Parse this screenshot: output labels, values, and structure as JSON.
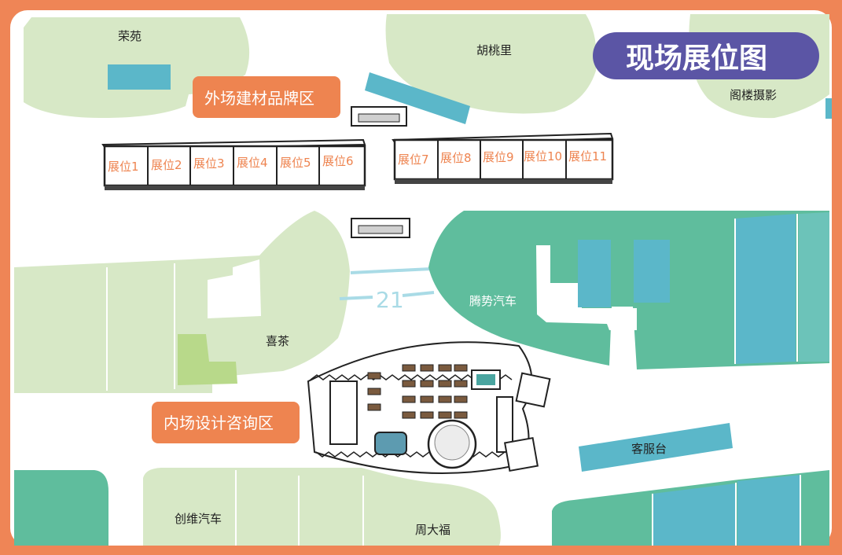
{
  "map": {
    "title": "现场展位图",
    "zones": {
      "outdoor": "外场建材品牌区",
      "indoor": "内场设计咨询区"
    },
    "places": {
      "rongyuan": "荣苑",
      "hutaoli": "胡桃里",
      "gelou": "阁楼摄影",
      "tengshi": "腾势汽车",
      "xicha": "喜茶",
      "kefutai": "客服台",
      "chuangwei": "创维汽车",
      "zhoudafu": "周大福"
    },
    "road_marking": "21",
    "booths_left": [
      "展位1",
      "展位2",
      "展位3",
      "展位4",
      "展位5",
      "展位6"
    ],
    "booths_right": [
      "展位7",
      "展位8",
      "展位9",
      "展位10",
      "展位11"
    ],
    "colors": {
      "frame": "#ef8556",
      "background": "#ffffff",
      "park_light": "#d7e8c6",
      "park_dark": "#5fbd9d",
      "water_blue": "#5bb7c9",
      "zone_badge": "#ee8450",
      "title_badge": "#5b55a5",
      "lime": "#b8d98a"
    }
  }
}
